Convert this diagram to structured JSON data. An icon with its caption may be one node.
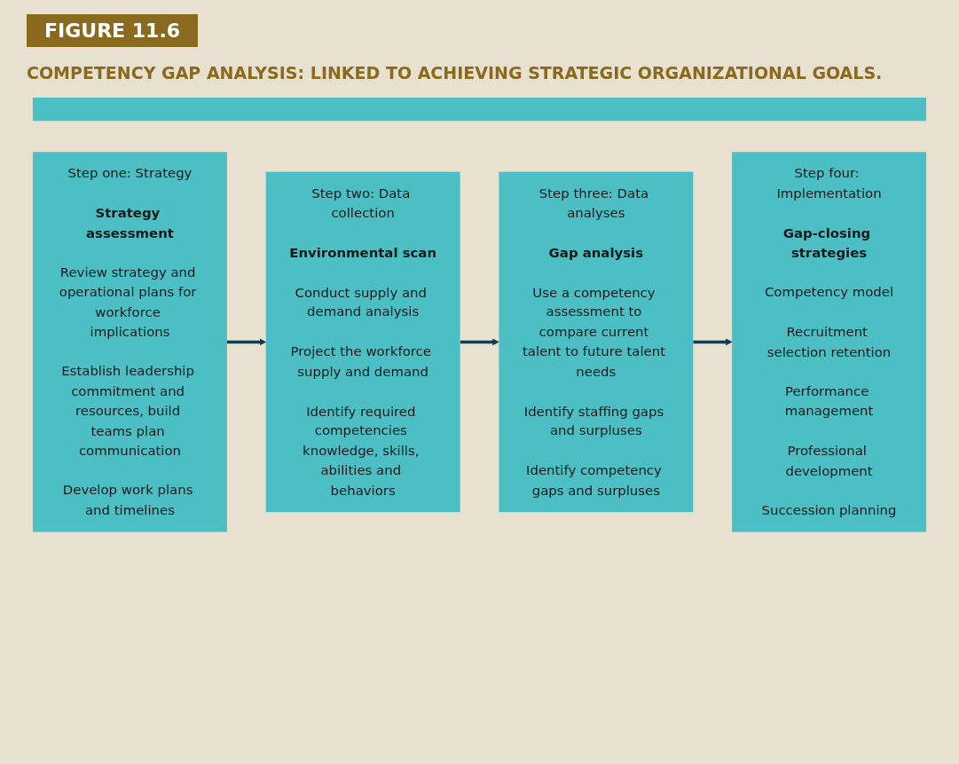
{
  "diagram": {
    "title": "COMPETENCY GAP ANALYSIS: LINKED TO ACHIEVING STRATEGIC ORGANIZATIONAL GOALS.",
    "nodes": [
      {
        "text": [],
        "shape": "bar"
      },
      {
        "text": [
          "Step one: Strategy",
          "Strategy assessment",
          "Review strategy and operational plans for workforce implications",
          "Establish leadership commitment and resources, build teams plan communication",
          "Develop work plans and timelines"
        ]
      },
      {
        "text": [
          "Step two: Data collection",
          "Environmental scan",
          "Conduct supply and demand analysis",
          "Project the workforce supply and demand",
          "Identify required competencies knowledge, skills, abilities and behaviors"
        ]
      },
      {
        "text": [
          "Step three: Data analyses",
          "Gap analysis",
          "Use a competency assessment to compare current talent to future talent needs",
          "Identify staffing gaps and surpluses",
          "Identify competency gaps and surpluses"
        ]
      },
      {
        "text": [
          "Step four: Implementation",
          "Gap-closing strategies",
          "Competency model",
          "Recruitment selection retention",
          "Performance management",
          "Professional development",
          "Succession planning"
        ]
      }
    ],
    "edges": [
      {
        "from": 1,
        "to": 2,
        "arrow": "to"
      },
      {
        "from": 2,
        "to": 3,
        "arrow": "to"
      },
      {
        "from": 3,
        "to": 4,
        "arrow": "to"
      }
    ],
    "labels": [
      "FIGURE 11.6"
    ]
  }
}
